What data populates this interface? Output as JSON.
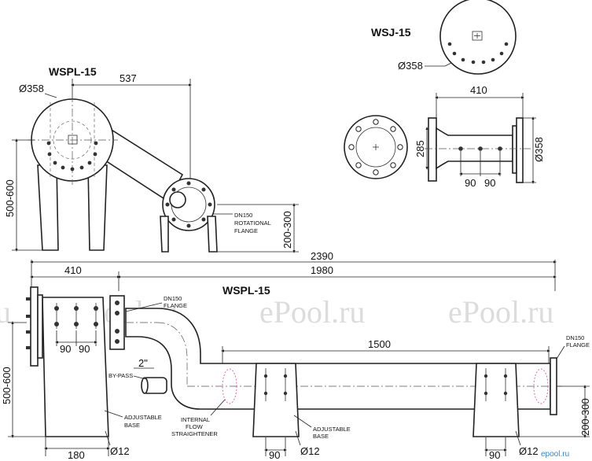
{
  "titles": {
    "wsj": "WSJ-15",
    "wspl_top": "WSPL-15",
    "wspl_bottom": "WSPL-15"
  },
  "dimensions": {
    "dia_358_wsj": "Ø358",
    "dia_358_wspl": "Ø358",
    "dia_358_side": "Ø358",
    "d537": "537",
    "d410_wsj": "410",
    "d285": "285",
    "d90_wsj_a": "90",
    "d90_wsj_b": "90",
    "d500_600_top": "500-600",
    "d200_300_top": "200-300",
    "d2390": "2390",
    "d410_bottom": "410",
    "d1980": "1980",
    "d90_post_a": "90",
    "d90_post_b": "90",
    "d500_600_bottom": "500-600",
    "d1500": "1500",
    "bypass_size": "2\"",
    "d180": "180",
    "dia12_a": "Ø12",
    "d90_foot_a": "90",
    "dia12_b": "Ø12",
    "d90_foot_b": "90",
    "dia12_c": "Ø12",
    "d200_300_bottom": "200-300"
  },
  "labels": {
    "dn150_rotational": [
      "DN150",
      "ROTATIONAL",
      "FLANGE"
    ],
    "dn150_flange_left": [
      "DN150",
      "FLANGE"
    ],
    "dn150_flange_right": [
      "DN150",
      "FLANGE"
    ],
    "bypass": "BY-PASS",
    "adjustable_base_left": [
      "ADJUSTABLE",
      "BASE"
    ],
    "internal_flow": [
      "INTERNAL",
      "FLOW",
      "STRAIGHTENER"
    ],
    "adjustable_base_mid": [
      "ADJUSTABLE",
      "BASE"
    ]
  },
  "watermarks": [
    "u",
    "ePool.ru",
    "ePool.ru",
    "ePool.ru"
  ],
  "logo": "epool.ru"
}
